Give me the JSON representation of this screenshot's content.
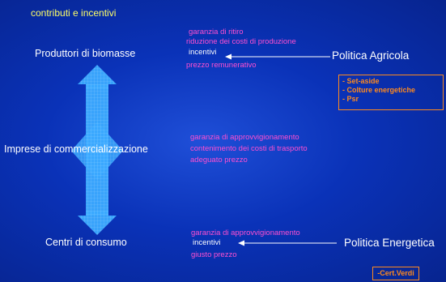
{
  "title": "contributi e incentivi",
  "actors": {
    "producers": "Produttori di biomasse",
    "trade": "Imprese di commercializzazione",
    "consumption": "Centri di consumo"
  },
  "producers_notes": {
    "line1": "garanzia di ritiro",
    "line2": "riduzione dei costi di produzione",
    "incentive": "incentivi",
    "line4": "prezzo remunerativo"
  },
  "trade_notes": {
    "line1": "garanzia di approvvigionamento",
    "line2": "contenimento dei costi di trasporto",
    "line3": "adeguato prezzo"
  },
  "consumption_notes": {
    "line1": "garanzia di approvvigionamento",
    "incentive": "incentivi",
    "line3": "giusto prezzo"
  },
  "agri_policy": {
    "label": "Politica Agricola",
    "items": [
      "- Set-aside",
      "- Colture  energetiche",
      "- Psr"
    ]
  },
  "energy_policy": {
    "label": "Politica Energetica",
    "items": [
      "-Cert.Verdi"
    ]
  },
  "colors": {
    "background": "#0a32b8",
    "title": "#ffff66",
    "notes": "#ff4fd0",
    "box": "#ff8a1e",
    "arrow": "#33a8ff"
  }
}
